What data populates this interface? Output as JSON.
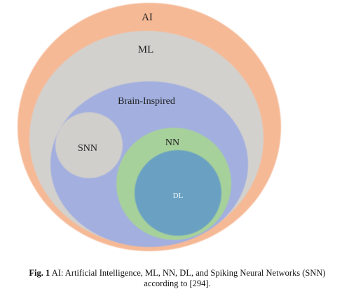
{
  "diagram": {
    "circles": [
      {
        "id": "ai",
        "label": "AI",
        "fill": "#f6b996"
      },
      {
        "id": "ml",
        "label": "ML",
        "fill": "#d3d1ce"
      },
      {
        "id": "brain",
        "label": "Brain-Inspired",
        "fill": "#a2afdf"
      },
      {
        "id": "snn",
        "label": "SNN",
        "fill": "#d0cfcc"
      },
      {
        "id": "nn",
        "label": "NN",
        "fill": "#a7d19a"
      },
      {
        "id": "dl",
        "label": "DL",
        "fill": "#6aa1c2"
      }
    ]
  },
  "caption": {
    "prefix": "Fig. 1",
    "text": "AI: Artificial Intelligence, ML, NN, DL, and Spiking Neural Networks (SNN) according to [294]."
  }
}
